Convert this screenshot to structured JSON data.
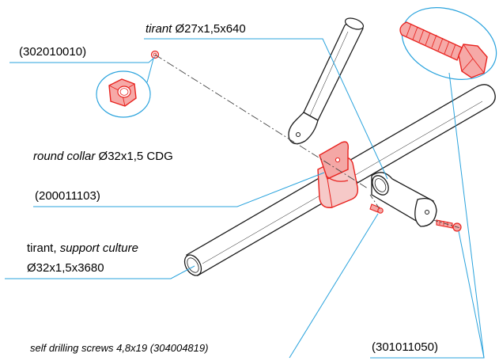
{
  "colors": {
    "part_red": "#e8231f",
    "leader_blue": "#2aa3dd",
    "outline": "#1a1a1a"
  },
  "labels": {
    "tirant_top": {
      "italic": "tirant ",
      "normal": "Ø27x1,5x640"
    },
    "nut_code": "(302010010)",
    "collar": {
      "italic": "round collar ",
      "normal": "Ø32x1,5 CDG"
    },
    "collar_code": "(200011103)",
    "tube_line1": {
      "normal": "tirant, ",
      "italic": "support culture"
    },
    "tube_line2": "Ø32x1,5x3680",
    "screws": "self drilling screws 4,8x19 (304004819)",
    "bolt_code": "(301011050)"
  }
}
